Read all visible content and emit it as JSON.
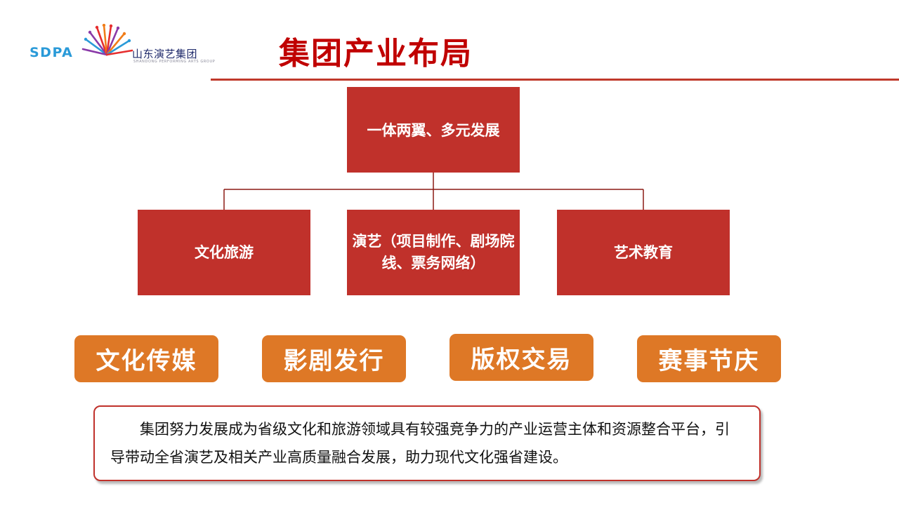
{
  "logo": {
    "abbr": "SDPA",
    "name_cn": "山东演艺集团",
    "name_en": "SHANDONG PERFORMING ARTS GROUP",
    "colors": [
      "#e62e2e",
      "#f07d1a",
      "#8a3aa8",
      "#2a9ad8",
      "#1f2a6b"
    ]
  },
  "title": "集团产业布局",
  "tree": {
    "root": "一体两翼、多元发展",
    "children": [
      {
        "label": "文化旅游"
      },
      {
        "label": "演艺（项目制作、剧场院线、票务网络）"
      },
      {
        "label": "艺术教育"
      }
    ]
  },
  "pills": [
    {
      "label": "文化传媒"
    },
    {
      "label": "影剧发行"
    },
    {
      "label": "版权交易"
    },
    {
      "label": "赛事节庆"
    }
  ],
  "description": "集团努力发展成为省级文化和旅游领域具有较强竞争力的产业运营主体和资源整合平台，引导带动全省演艺及相关产业高质量融合发展，助力现代文化强省建设。",
  "colors": {
    "title": "#c00000",
    "box": "#c0312b",
    "pill": "#de7826",
    "connector": "#8b1a14"
  }
}
